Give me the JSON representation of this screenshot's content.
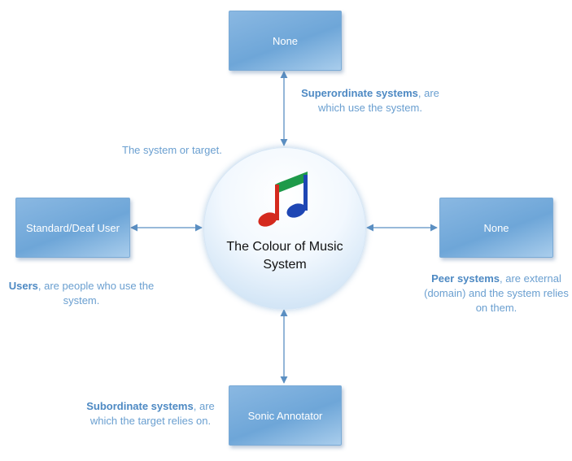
{
  "boxes": {
    "top": "None",
    "left": "Standard/Deaf User",
    "right": "None",
    "bottom": "Sonic Annotator"
  },
  "center": {
    "title": "The Colour of Music System",
    "icon": "music-note-icon"
  },
  "notes": {
    "center": "The system or target.",
    "top": {
      "bold": "Superordinate systems",
      "rest": ", are which use the system."
    },
    "left": {
      "bold": "Users",
      "rest": ", are people who use the system."
    },
    "right": {
      "bold": "Peer systems",
      "rest": ", are external (domain) and the system relies on them."
    },
    "bottom": {
      "bold": "Subordinate systems",
      "rest": ", are which the target relies on."
    }
  },
  "colors": {
    "box": "#6ea6d8",
    "arrow": "#5b8fc2",
    "note_text": "#6a9fd0",
    "note_bold": "#4d89c3",
    "note_red": "#d42a1e",
    "note_blue": "#1e46b4",
    "note_green": "#1e9a4a"
  }
}
